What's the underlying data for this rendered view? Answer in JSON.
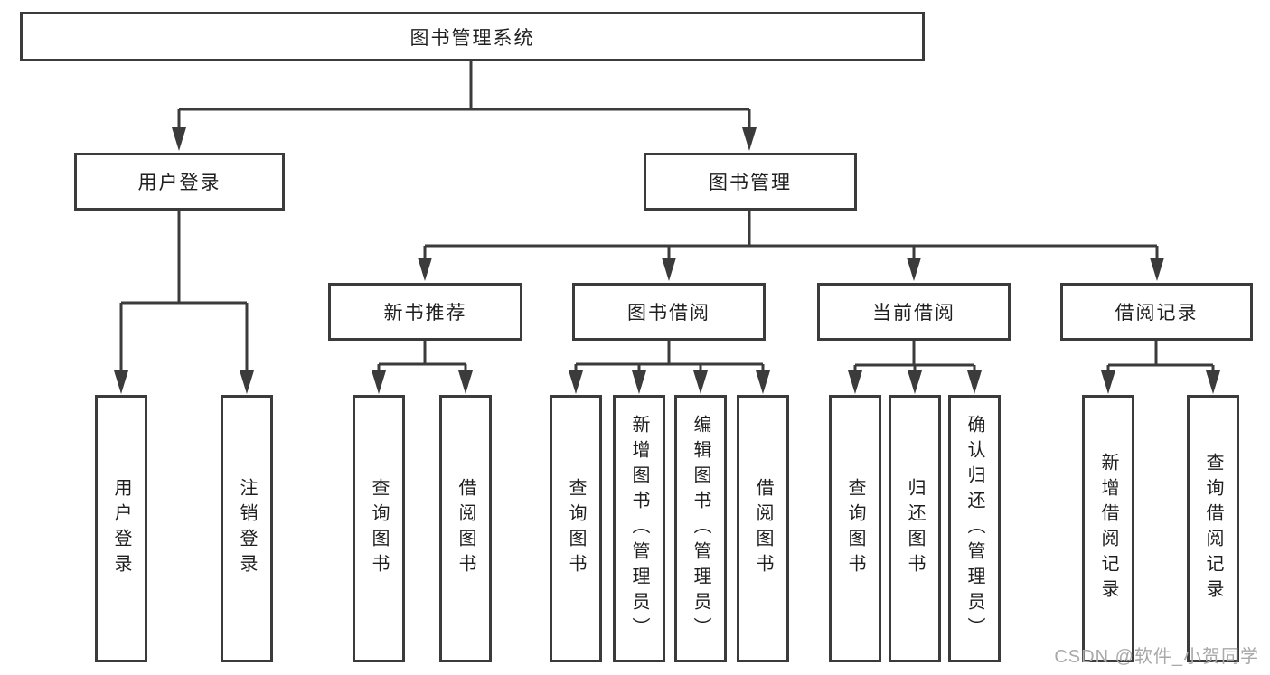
{
  "colors": {
    "line": "#3b3b3b",
    "text": "#1f1f1f",
    "watermark": "#a9a9a9",
    "background": "#ffffff"
  },
  "watermark": "CSDN @软件_小贺同学",
  "nodes": {
    "root": "图书管理系统",
    "user_login": "用户登录",
    "book_mgmt": "图书管理",
    "new_book_rec": "新书推荐",
    "book_borrow": "图书借阅",
    "current_borrow": "当前借阅",
    "borrow_records": "借阅记录",
    "leaf_user_login": "用户登录",
    "leaf_logout": "注销登录",
    "leaf_rec_query_books": "查询图书",
    "leaf_rec_borrow_books": "借阅图书",
    "leaf_bb_query_books": "查询图书",
    "leaf_bb_add_books": "新增图书（管理员）",
    "leaf_bb_edit_books": "编辑图书（管理员）",
    "leaf_bb_borrow_books": "借阅图书",
    "leaf_cb_query_books": "查询图书",
    "leaf_cb_return_books": "归还图书",
    "leaf_cb_confirm_return": "确认归还（管理员）",
    "leaf_br_add_record": "新增借阅记录",
    "leaf_br_query_record": "查询借阅记录"
  }
}
